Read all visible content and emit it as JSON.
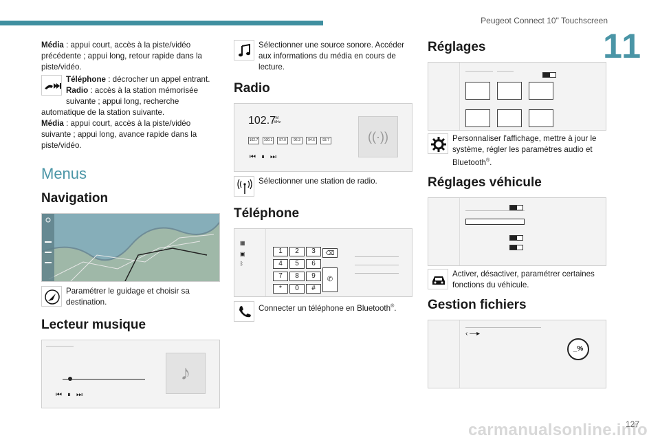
{
  "header": {
    "title": "Peugeot Connect 10\" Touchscreen",
    "chapter": "11",
    "page": "127"
  },
  "watermark": "carmanualsonline.info",
  "col1": {
    "media1_label": "Média",
    "media1_text": " : appui court, accès à la piste/vidéo précédente ; appui long, retour rapide dans la piste/vidéo.",
    "phone_label": "Téléphone",
    "phone_text": " : décrocher un appel entrant.",
    "radio_label": "Radio",
    "radio_text": " : accès à la station mémorisée suivante ; appui long, recherche automatique de la station suivante.",
    "media2_label": "Média",
    "media2_text": " : appui court, accès à la piste/vidéo suivante ; appui long, avance rapide dans la piste/vidéo.",
    "menus_title": "Menus",
    "nav_title": "Navigation",
    "nav_desc": "Paramétrer le guidage et choisir sa destination.",
    "music_title": "Lecteur musique"
  },
  "col2": {
    "source_desc": "Sélectionner une source sonore. Accéder aux informations du média en cours de lecture.",
    "radio_title": "Radio",
    "freq": "102.7",
    "freq_unit_top": "FM",
    "freq_unit_bottom": "MHz",
    "presets": [
      "102.7",
      "100.1",
      "97.0",
      "96.3",
      "94.6",
      "93.7"
    ],
    "radio_desc": "Sélectionner une station de radio.",
    "phone_title": "Téléphone",
    "keypad": [
      "1",
      "2",
      "3",
      "4",
      "5",
      "6",
      "7",
      "8",
      "9",
      "*",
      "0",
      "#"
    ],
    "phone_desc_a": "Connecter un téléphone en Bluetooth",
    "phone_desc_sup": "®",
    "phone_desc_b": "."
  },
  "col3": {
    "settings_title": "Réglages",
    "settings_desc_a": "Personnaliser l'affichage, mettre à jour le système, régler les paramètres audio et Bluetooth",
    "settings_desc_sup": "®",
    "settings_desc_b": ".",
    "vehicle_title": "Réglages véhicule",
    "vehicle_desc": "Activer, désactiver, paramétrer certaines fonctions du véhicule.",
    "files_title": "Gestion fichiers",
    "files_badge": "_%"
  }
}
